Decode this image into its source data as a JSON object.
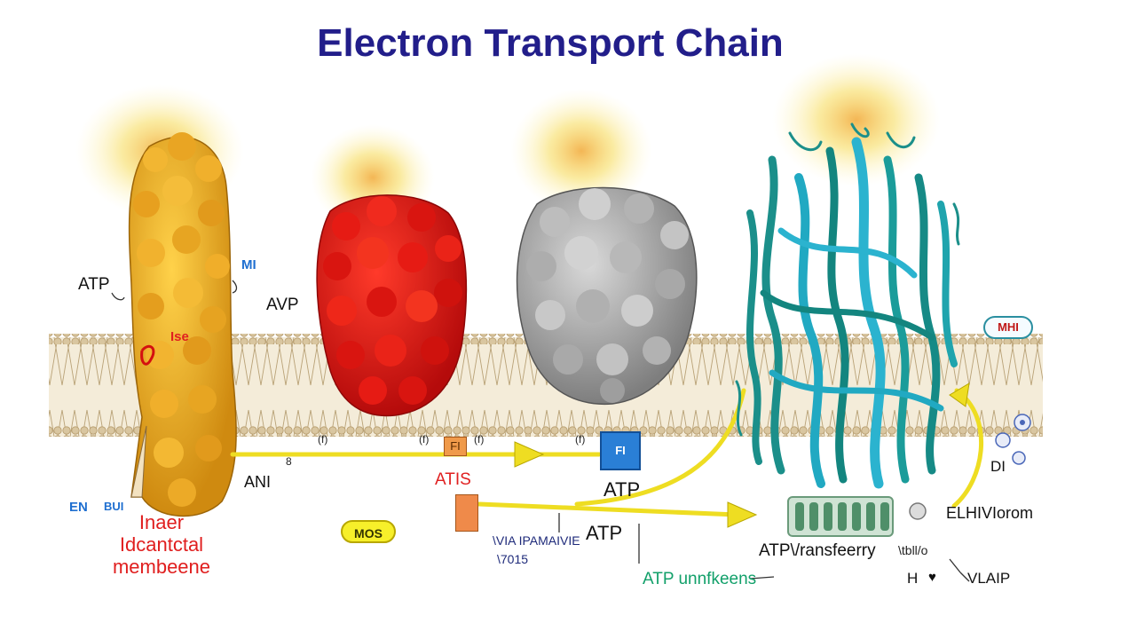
{
  "title": "Electron Transport Chain",
  "colors": {
    "title": "#221e8a",
    "complex_1": "#e8a81e",
    "complex_2": "#e01414",
    "complex_3": "#a5a5a5",
    "atp_synthase": "#1b9c9a",
    "membrane": "#d6c19a",
    "arrow": "#f2e224",
    "red_label": "#e01e1e",
    "green_label": "#12a06a"
  },
  "labels": {
    "atp_left": "ATP",
    "blue_top": "MI",
    "avp": "AVP",
    "red_inside": "Ise",
    "anl": "ANI",
    "anl_super": "8",
    "blue_left_a": "EN",
    "blue_left_b": "BUI",
    "membrane_line1": "Inaer",
    "membrane_line2": "Idcantctal",
    "membrane_line3": "membeene",
    "mos": "MOS",
    "small_1": "(f)",
    "small_2": "(f)",
    "small_3": "(f)",
    "small_4": "(f)",
    "orange_box": "FI",
    "atis": "ATIS",
    "blue_box": "FI",
    "atp_middle": "ATP",
    "atp_lower": "ATP",
    "navy_small_1": "\\VIA IPAMAIVIE",
    "navy_small_2": "\\7015",
    "atp_unknown": "ATP unnfkeens",
    "atp_transferry": "ATP\\/ransfeerry",
    "atp_transferry_small": "\\tbll/o",
    "ehi": "ELHIVIorom",
    "mhi_box": "MHI",
    "di": "DI",
    "h_label": "H",
    "h_arrow": "♥",
    "vlaip": "VLAIP"
  }
}
